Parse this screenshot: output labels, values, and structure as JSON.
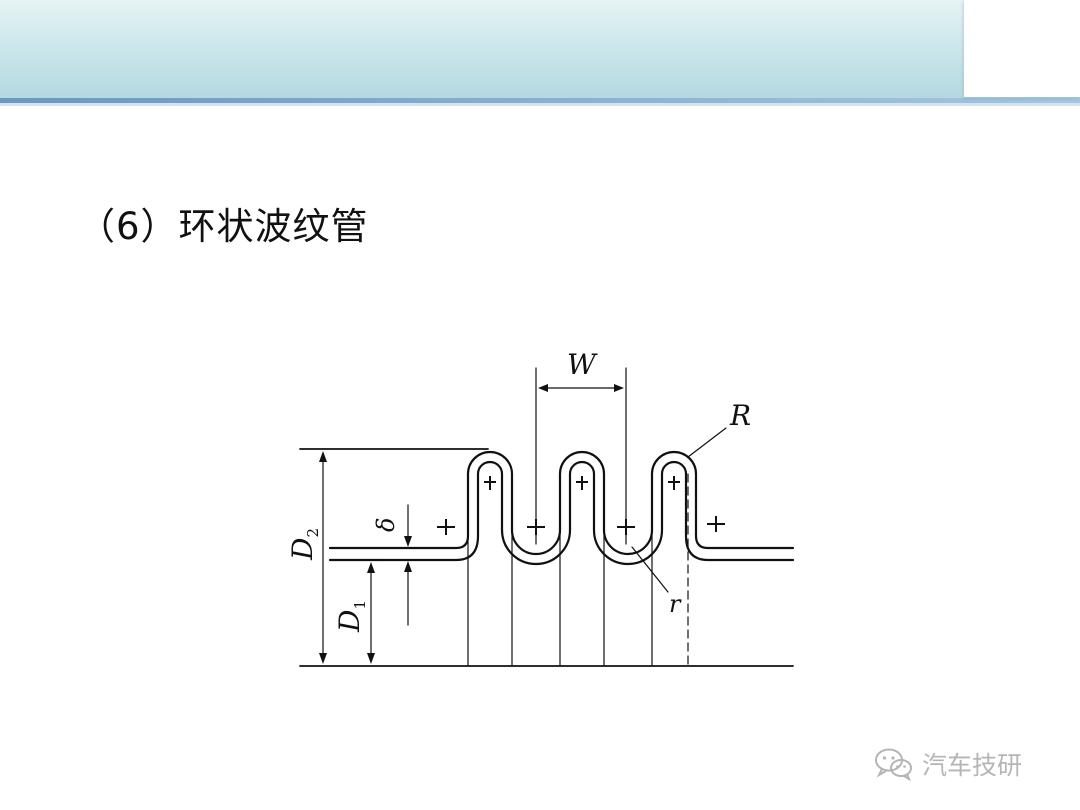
{
  "slide": {
    "title": "（6）环状波纹管"
  },
  "diagram": {
    "labels": {
      "pitch": "W",
      "crest_radius": "R",
      "root_radius": "r",
      "thickness": "δ",
      "outer_diameter": "D",
      "outer_diameter_sub": "2",
      "inner_diameter": "D",
      "inner_diameter_sub": "1"
    }
  },
  "watermark": {
    "text": "汽车技研",
    "icon": "wechat-icon",
    "color": "#b5b5b5"
  },
  "colors": {
    "header_gradient_top": "#e6f3f4",
    "header_gradient_bottom": "#b3d8e0",
    "header_line": "#6d97bf",
    "ink": "#111111"
  }
}
